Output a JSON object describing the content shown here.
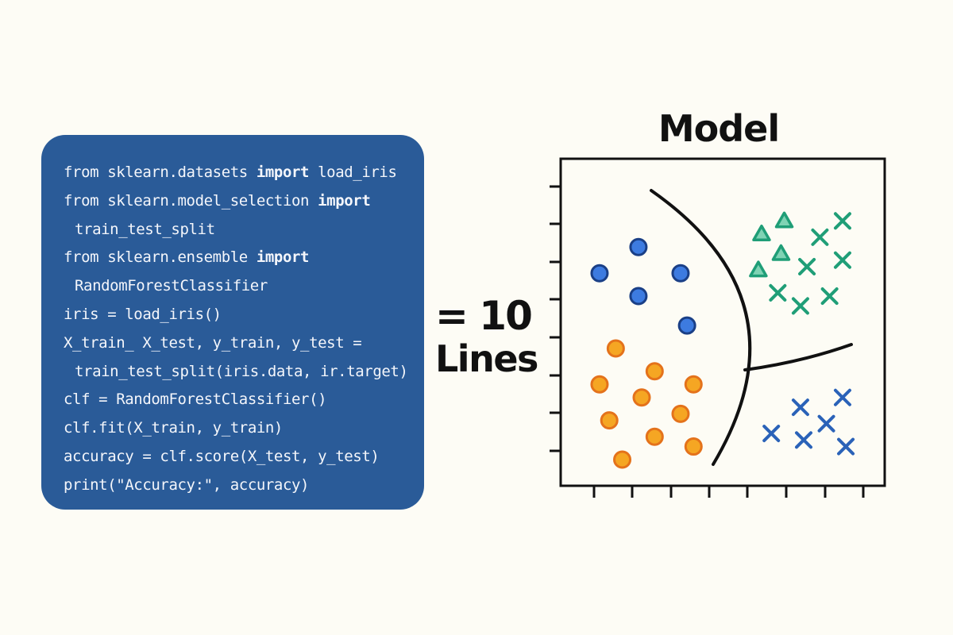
{
  "code": {
    "lines": [
      {
        "pre": "from sklearn.datasets ",
        "kw": "import",
        "post": " load_iris",
        "indent": false
      },
      {
        "pre": "from sklearn.model_selection ",
        "kw": "import",
        "post": "",
        "indent": false
      },
      {
        "pre": "train_test_split",
        "kw": "",
        "post": "",
        "indent": true
      },
      {
        "pre": "from sklearn.ensemble ",
        "kw": "import",
        "post": "",
        "indent": false
      },
      {
        "pre": "RandomForestClassifier",
        "kw": "",
        "post": "",
        "indent": true
      },
      {
        "pre": "iris = load_iris()",
        "kw": "",
        "post": "",
        "indent": false
      },
      {
        "pre": "X_train_ X_test, y_train, y_test =",
        "kw": "",
        "post": "",
        "indent": false
      },
      {
        "pre": "train_test_split(iris.data, ir.target)",
        "kw": "",
        "post": "",
        "indent": true
      },
      {
        "pre": "clf = RandomForestClassifier()",
        "kw": "",
        "post": "",
        "indent": false
      },
      {
        "pre": "clf.fit(X_train, y_train)",
        "kw": "",
        "post": "",
        "indent": false
      },
      {
        "pre": "accuracy = clf.score(X_test, y_test)",
        "kw": "",
        "post": "",
        "indent": false
      },
      {
        "pre": "print(\"Accuracy:\", accuracy)",
        "kw": "",
        "post": "",
        "indent": false
      }
    ],
    "background_color": "#2a5b98"
  },
  "equation": {
    "line1": "= 10",
    "line2": "Lines"
  },
  "model": {
    "title": "Model",
    "colors": {
      "blue_circle": "#3d7be0",
      "orange_circle": "#f5a623",
      "green": "#1f9e77",
      "navy_x": "#2a62b8"
    },
    "points": {
      "blue_circles": [
        [
          0.12,
          0.65
        ],
        [
          0.24,
          0.73
        ],
        [
          0.37,
          0.65
        ],
        [
          0.24,
          0.58
        ],
        [
          0.39,
          0.49
        ]
      ],
      "orange_circles": [
        [
          0.17,
          0.42
        ],
        [
          0.29,
          0.35
        ],
        [
          0.12,
          0.31
        ],
        [
          0.25,
          0.27
        ],
        [
          0.41,
          0.31
        ],
        [
          0.15,
          0.2
        ],
        [
          0.37,
          0.22
        ],
        [
          0.29,
          0.15
        ],
        [
          0.41,
          0.12
        ],
        [
          0.19,
          0.08
        ]
      ],
      "green_triangles": [
        [
          0.62,
          0.77
        ],
        [
          0.69,
          0.81
        ],
        [
          0.68,
          0.71
        ],
        [
          0.61,
          0.66
        ]
      ],
      "green_x": [
        [
          0.8,
          0.76
        ],
        [
          0.87,
          0.81
        ],
        [
          0.76,
          0.67
        ],
        [
          0.87,
          0.69
        ],
        [
          0.67,
          0.59
        ],
        [
          0.74,
          0.55
        ],
        [
          0.83,
          0.58
        ]
      ],
      "navy_x": [
        [
          0.74,
          0.24
        ],
        [
          0.87,
          0.27
        ],
        [
          0.65,
          0.16
        ],
        [
          0.75,
          0.14
        ],
        [
          0.82,
          0.19
        ],
        [
          0.88,
          0.12
        ]
      ]
    }
  }
}
